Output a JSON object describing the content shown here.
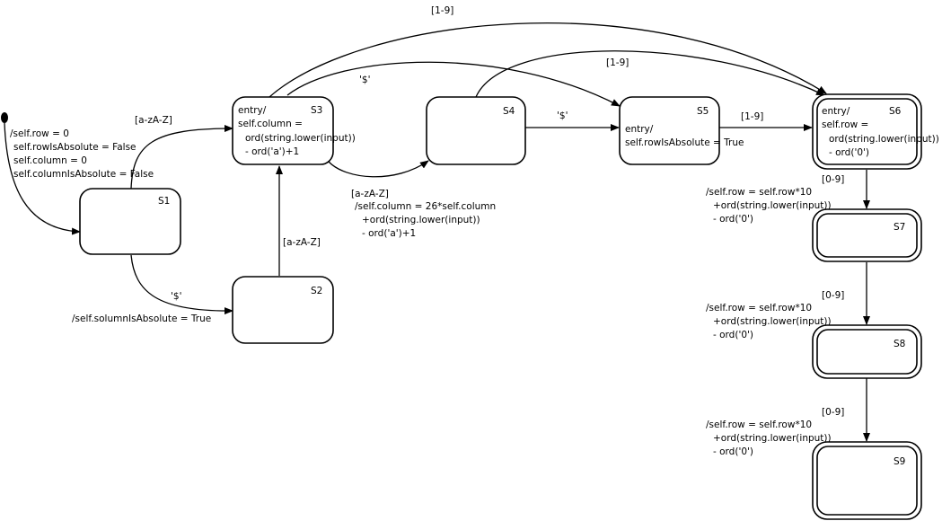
{
  "states": {
    "s1": {
      "name": "S1"
    },
    "s2": {
      "name": "S2"
    },
    "s3": {
      "name": "S3",
      "entry": [
        "entry/",
        "self.column =",
        "ord(string.lower(input))",
        "- ord('a')+1"
      ]
    },
    "s4": {
      "name": "S4"
    },
    "s5": {
      "name": "S5",
      "entry": [
        "entry/",
        "self.rowIsAbsolute = True"
      ]
    },
    "s6": {
      "name": "S6",
      "entry": [
        "entry/",
        "self.row =",
        "ord(string.lower(input))",
        "- ord('0')"
      ]
    },
    "s7": {
      "name": "S7"
    },
    "s8": {
      "name": "S8"
    },
    "s9": {
      "name": "S9"
    }
  },
  "transitions": {
    "initial_action": [
      "/self.row = 0",
      "self.rowIsAbsolute = False",
      "self.column = 0",
      "self.columnIsAbsolute = False"
    ],
    "s1_s3": "[a-zA-Z]",
    "s1_s2_trigger": "'$'",
    "s1_s2_action": "/self.solumnIsAbsolute = True",
    "s2_s3": "[a-zA-Z]",
    "s3_s4": [
      "[a-zA-Z]",
      "/self.column = 26*self.column",
      "+ord(string.lower(input))",
      "- ord('a')+1"
    ],
    "s3_s5": "'$'",
    "s3_s6": "[1-9]",
    "s4_s5": "'$'",
    "s4_s6": "[1-9]",
    "s5_s6": "[1-9]",
    "s6_s7": [
      "[0-9]",
      "/self.row = self.row*10",
      "+ord(string.lower(input))",
      "- ord('0')"
    ],
    "s7_s8": [
      "[0-9]",
      "/self.row = self.row*10",
      "+ord(string.lower(input))",
      "- ord('0')"
    ],
    "s8_s9": [
      "[0-9]",
      "/self.row = self.row*10",
      "+ord(string.lower(input))",
      "- ord('0')"
    ]
  }
}
